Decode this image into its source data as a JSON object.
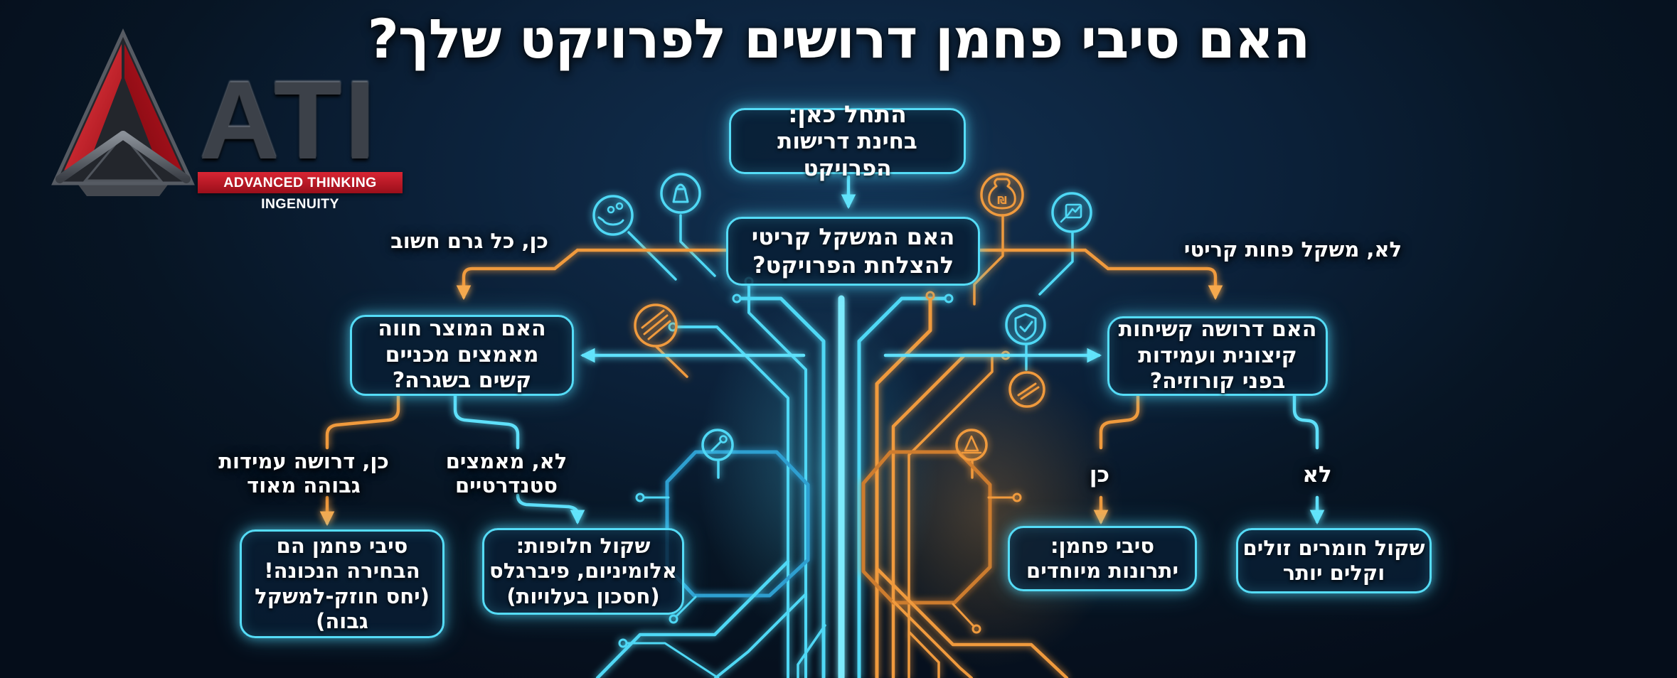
{
  "title": "האם סיבי פחמן דרושים לפרויקט שלך?",
  "logo": {
    "brand": "ATI",
    "tagline": "ADVANCED THINKING INGENUITY"
  },
  "nodes": {
    "start": {
      "heading": "התחל כאן:",
      "body": "בחינת דרישות הפרויקט"
    },
    "q_weight": {
      "text": "האם המשקל קריטי\nלהצלחת הפרויקט?"
    },
    "q_stress": {
      "text": "האם המוצר חווה\nמאמצים מכניים\nקשים בשגרה?"
    },
    "q_stiffness": {
      "text": "האם דרושה קשיחות\nקיצונית ועמידות\nבפני קורוזיה?"
    },
    "result_carbon_best": {
      "text": "סיבי פחמן הם\nהבחירה הנכונה!\n(יחס חוזק-למשקל\nגבוה)"
    },
    "result_alternatives": {
      "text": "שקול חלופות:\nאלומיניום, פיברגלס\n(חסכון בעלויות)"
    },
    "result_carbon_advantages": {
      "text": "סיבי פחמן:\nיתרונות מיוחדים"
    },
    "result_cheaper_materials": {
      "text": "שקול חומרים זולים\nוקלים יותר"
    }
  },
  "edge_labels": {
    "yes_every_gram": "כן, כל גרם חשוב",
    "no_weight_less_critical": "לא, משקל פחות קריטי",
    "yes_high_durability": "כן, דרושה עמידות\nגבוהה מאוד",
    "no_standard_stress": "לא, מאמצים\nסטנדרטיים",
    "yes_short": "כן",
    "no_short": "לא"
  },
  "icons": {
    "money_bag_symbol": "₪",
    "names": [
      "hand-coins-icon",
      "weight-icon",
      "fiber-coil-icon",
      "money-bag-icon",
      "chart-pen-icon",
      "shield-check-icon",
      "clamp-tool-icon",
      "warning-cone-icon",
      "wrench-icon"
    ]
  },
  "colors": {
    "background": "#071526",
    "cyan": "#4fd8f5",
    "orange": "#f09a3e",
    "box_fill": "rgba(9,30,53,0.82)",
    "logo_red": "#c41824",
    "text": "#ffffff"
  }
}
